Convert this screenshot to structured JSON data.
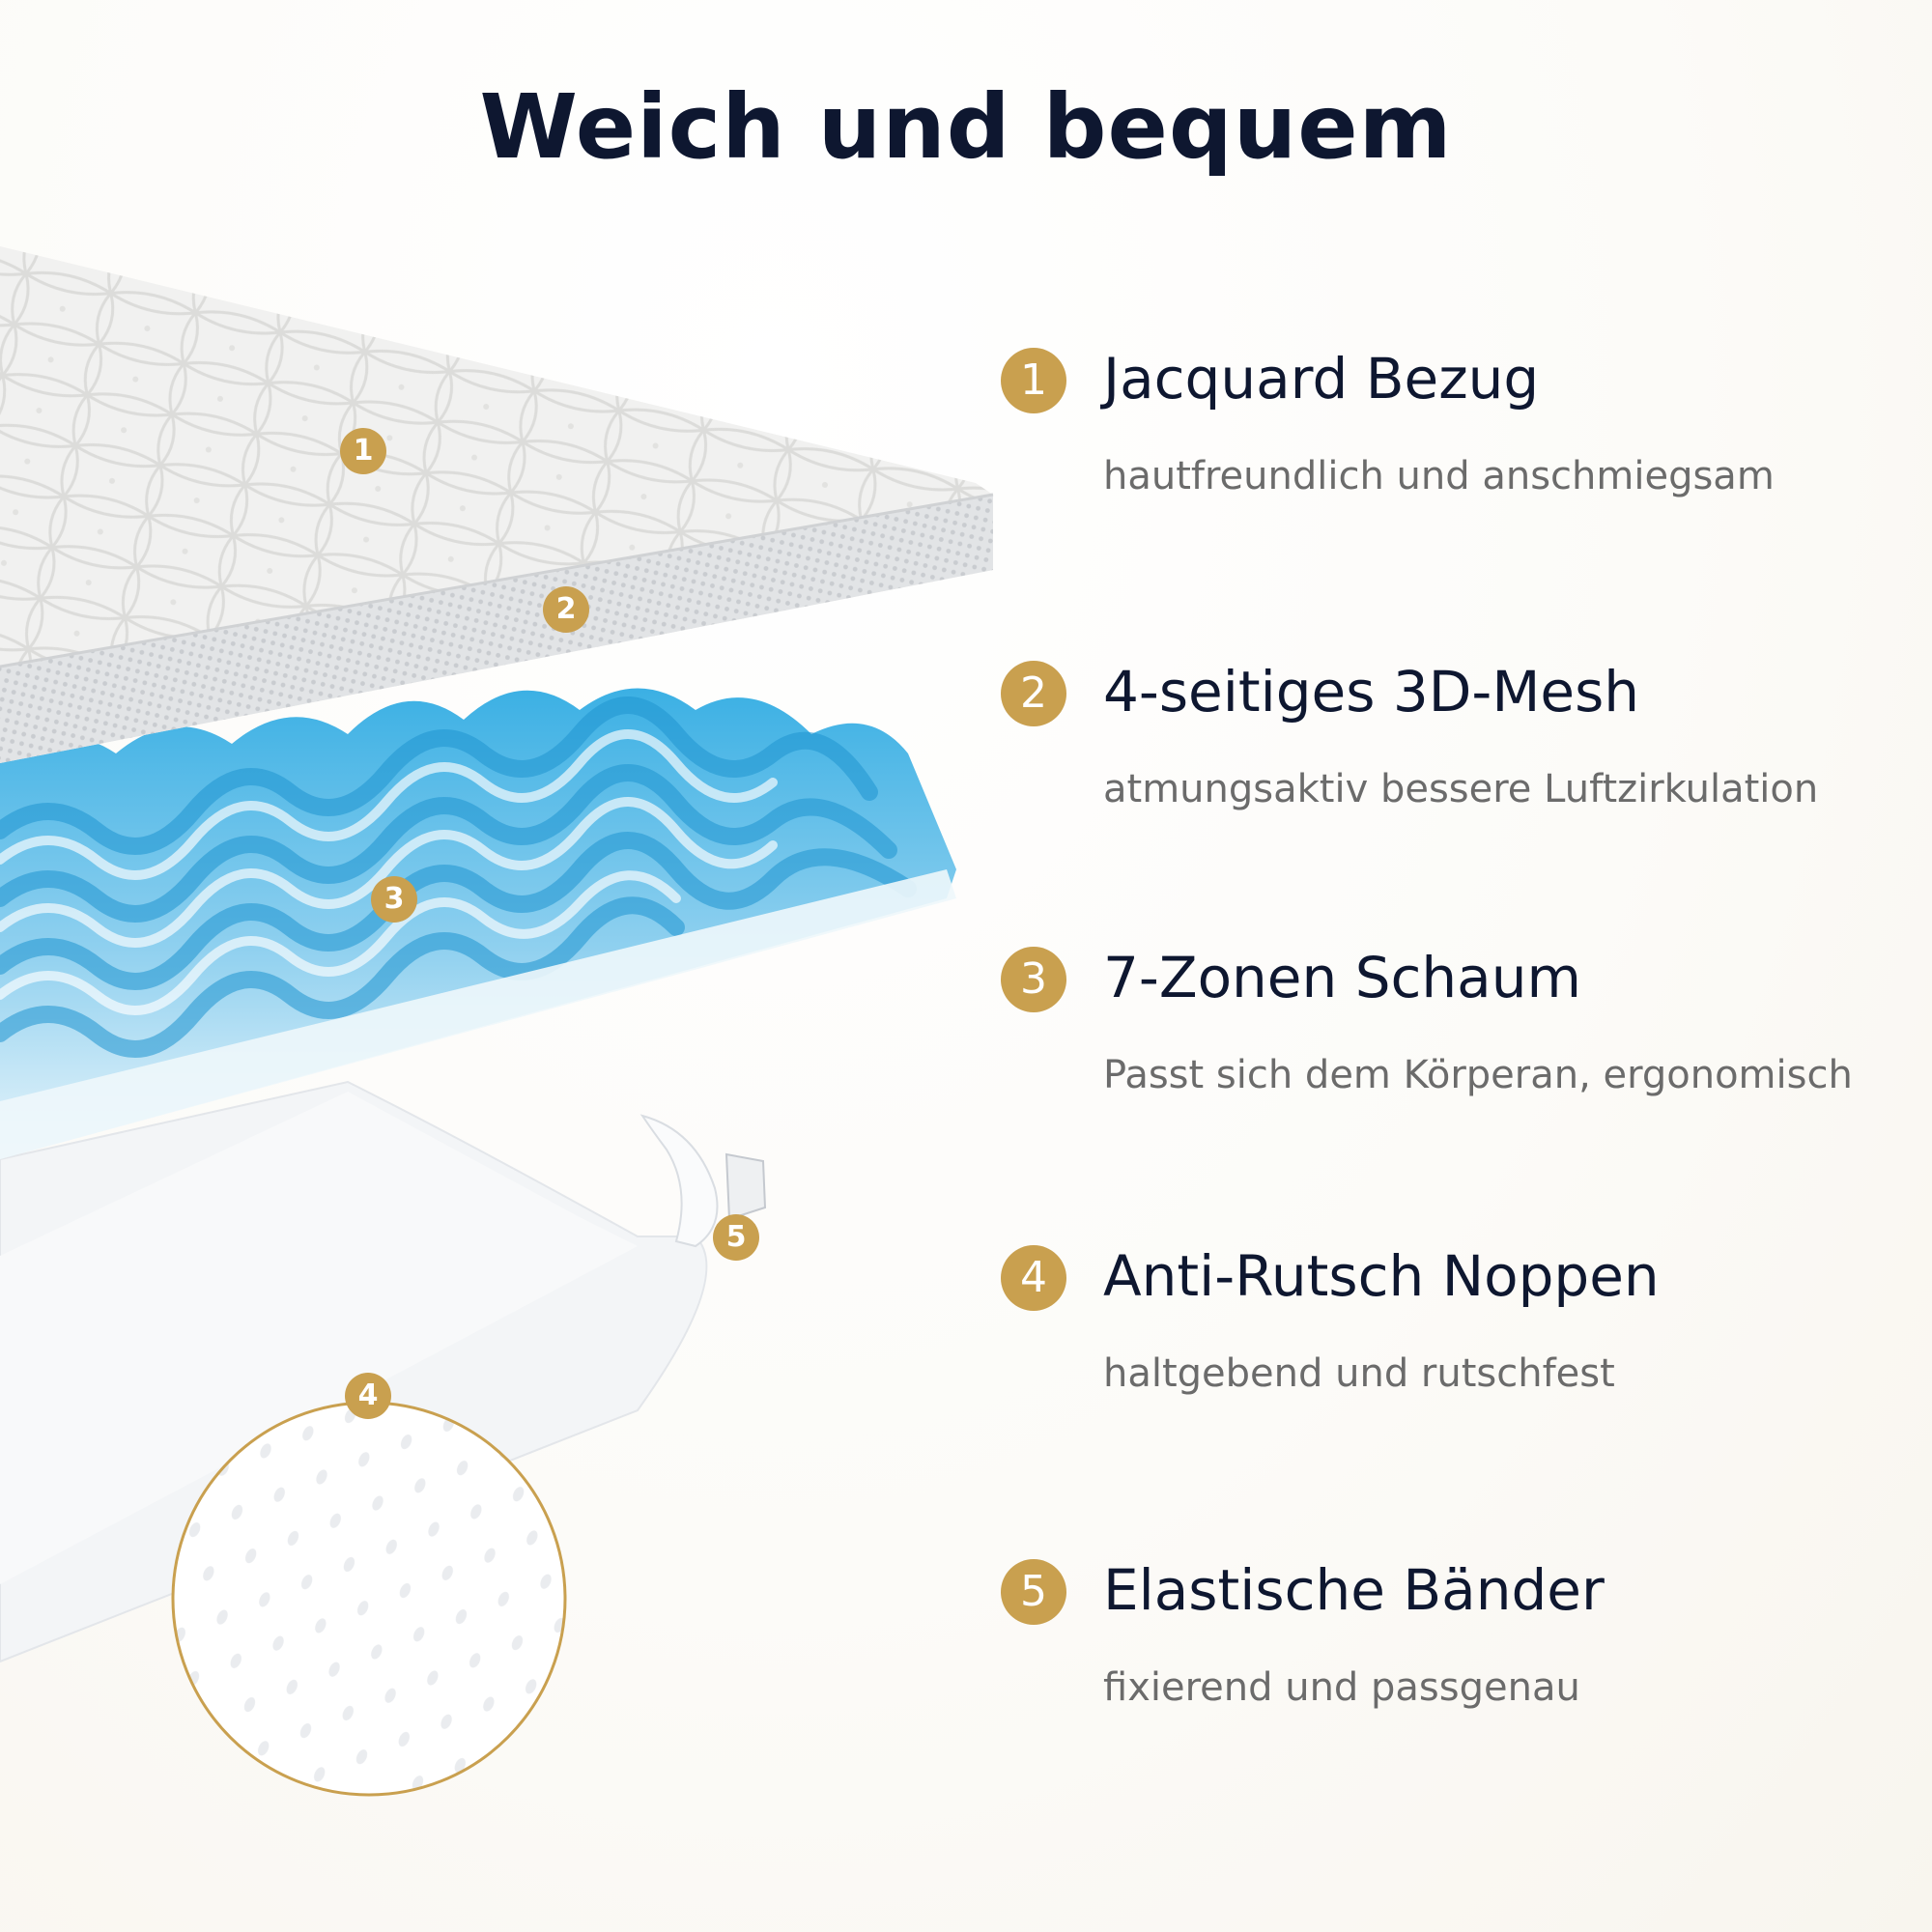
{
  "title": "Weich und bequem",
  "features": [
    {
      "number": "1",
      "title": "Jacquard Bezug",
      "description": "hautfreundlich und anschmiegsam"
    },
    {
      "number": "2",
      "title": "4-seitiges 3D-Mesh",
      "description": "atmungsaktiv bessere Luftzirkulation"
    },
    {
      "number": "3",
      "title": "7-Zonen Schaum",
      "description": "Passt sich dem Körperan, ergonomisch"
    },
    {
      "number": "4",
      "title": "Anti-Rutsch Noppen",
      "description": "haltgebend und rutschfest"
    },
    {
      "number": "5",
      "title": "Elastische Bänder",
      "description": "fixierend und passgenau"
    }
  ],
  "illustration_labels": [
    "1",
    "2",
    "3",
    "4",
    "5"
  ],
  "colors": {
    "accent_gold": "#c9a04f",
    "title_navy": "#0e1730",
    "description_gray": "#6b6b6b",
    "foam_blue": "#2aa3dc"
  }
}
